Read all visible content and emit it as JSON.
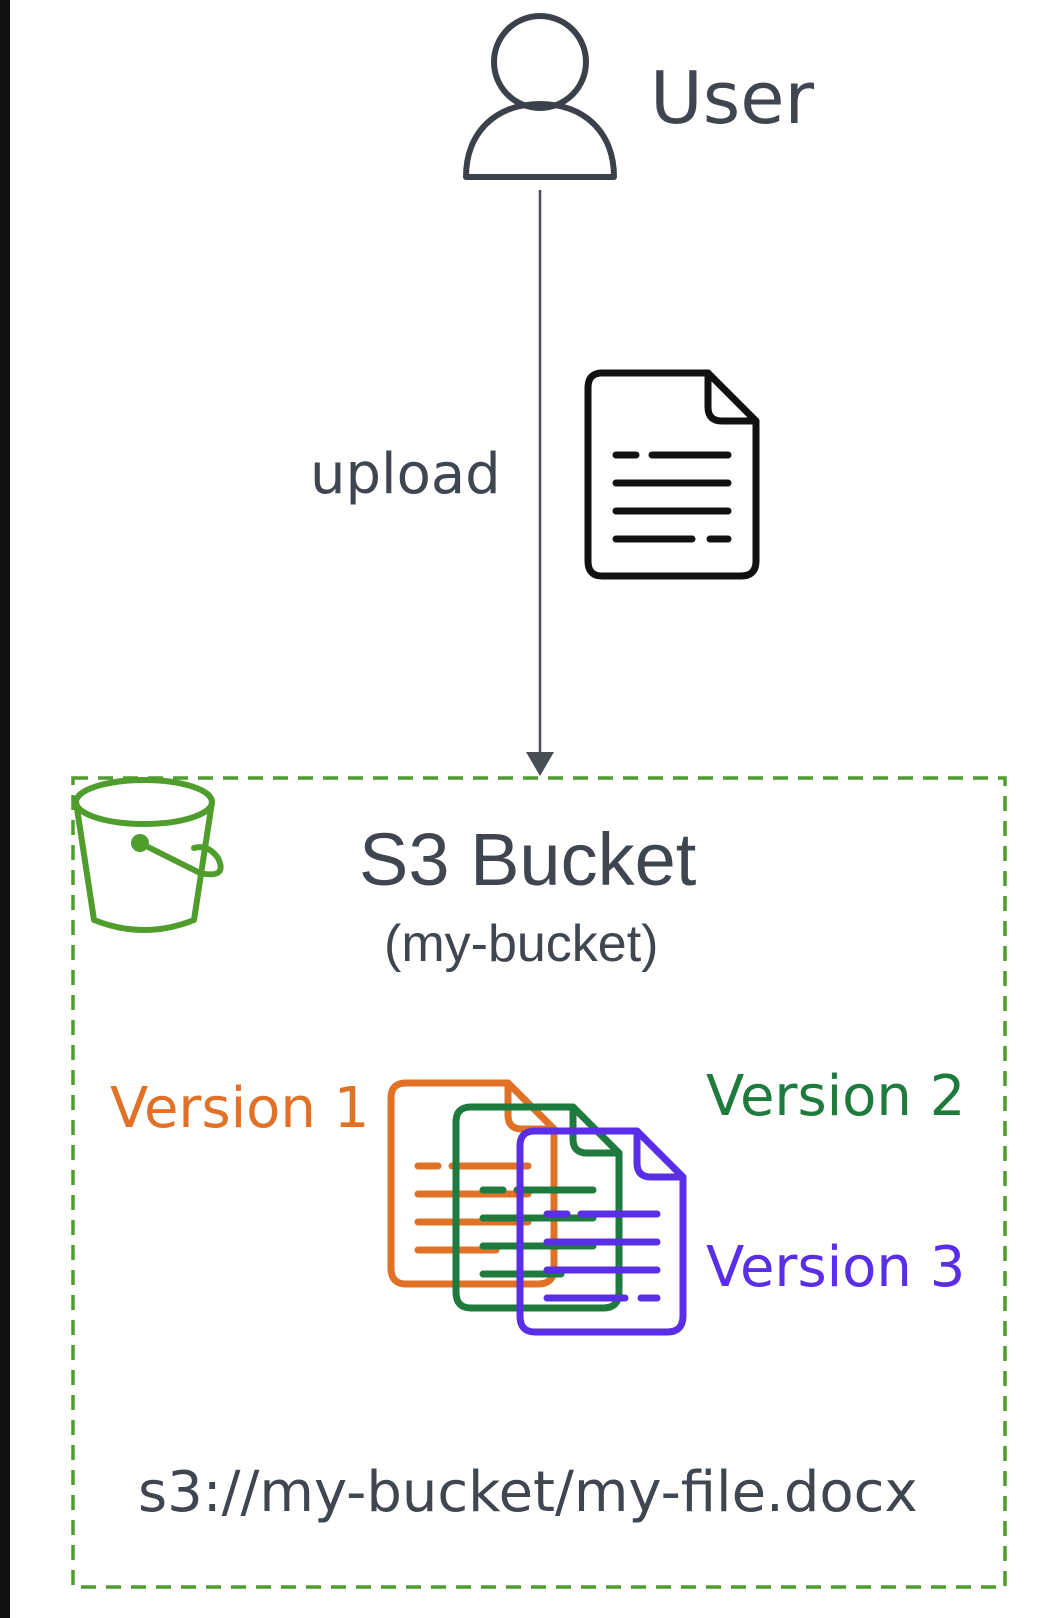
{
  "user": {
    "label": "User",
    "icon": "user-icon"
  },
  "edge": {
    "label": "upload",
    "document_icon": "document-icon"
  },
  "bucket": {
    "icon": "s3-bucket-icon",
    "title": "S3 Bucket",
    "subtitle": "(my-bucket)",
    "path": "s3://my-bucket/my-file.docx",
    "border_color": "#4f9e2d"
  },
  "versions": [
    {
      "label": "Version 1",
      "color": "#e07127",
      "icon": "document-icon"
    },
    {
      "label": "Version 2",
      "color": "#1e7b3d",
      "icon": "document-icon"
    },
    {
      "label": "Version 3",
      "color": "#5a2ee6",
      "icon": "document-icon"
    }
  ]
}
